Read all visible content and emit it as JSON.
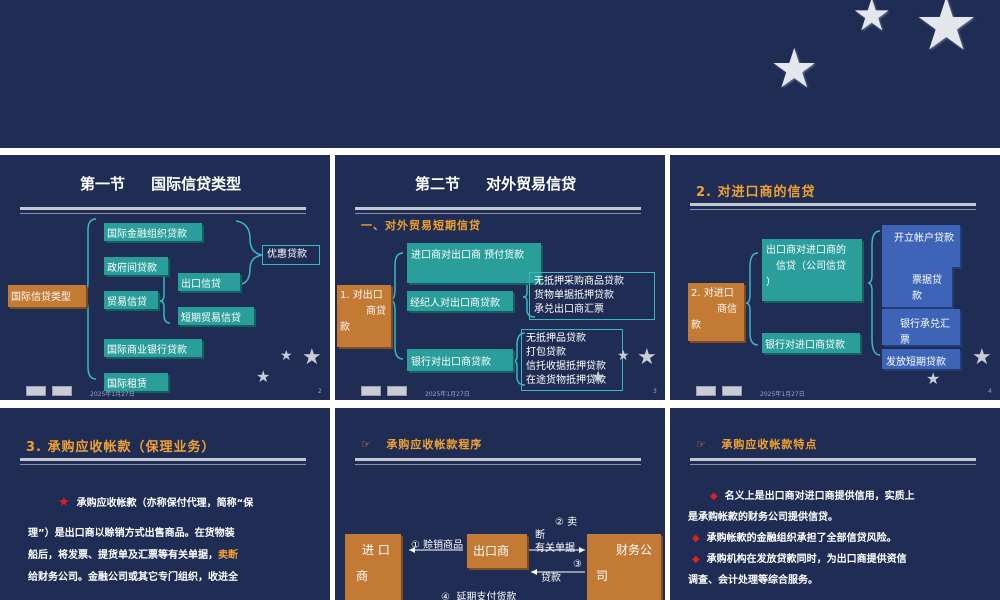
{
  "slides": {
    "s2": {
      "title_section": "第一节",
      "title_text": "国际信贷类型",
      "root": "国际信贷类型",
      "items": [
        "国际金融组织贷款",
        "政府间贷款",
        "贸易信贷",
        "国际商业银行贷款",
        "国际租赁"
      ],
      "trade_sub": [
        "出口信贷",
        "短期贸易信贷"
      ],
      "preferential": "优惠贷款",
      "date": "2025年1月27日",
      "page": "2"
    },
    "s3": {
      "title_section": "第二节",
      "title_text": "对外贸易信贷",
      "subtitle": "一、对外贸易短期信贷",
      "root_lines": [
        "1. 对出口",
        "商贷",
        "款"
      ],
      "box1": "进口商对出口商  预付货款",
      "box2": "经纪人对出口商贷款",
      "box3": "银行对出口商贷款",
      "list1": [
        "无抵押采购商品贷款",
        "货物单据抵押贷款",
        "承兑出口商汇票"
      ],
      "list2": [
        "无抵押品贷款",
        "打包贷款",
        "信托收据抵押贷款",
        "在途货物抵押贷款"
      ],
      "date": "2025年1月27日",
      "page": "3"
    },
    "s4": {
      "title": "2. 对进口商的信贷",
      "root_lines": [
        "2. 对进口",
        "商信",
        "款"
      ],
      "box1_lines": [
        "出口商对进口商的",
        "信贷（公司信贷",
        "）"
      ],
      "box2": "银行对进口商贷款",
      "right": [
        "开立帐户贷款",
        "票据贷款",
        "银行承兑汇票",
        "发放短期贷款"
      ],
      "date": "2025年1月27日",
      "page": "4"
    },
    "s5": {
      "title": "3.  承购应收帐款（保理业务）",
      "para_line1": "承购应收帐款（亦称保付代理，简称“保",
      "para_line2": "理”）是出口商以赊销方式出售商品。在货物装",
      "para_line3a": "船后，将发票、提货单及汇票等有关单据，",
      "para_line3b": "卖断",
      "para_line4": "给财务公司。金融公司或其它专门组织，收进全"
    },
    "s6": {
      "title": "承购应收帐款程序",
      "importer_lines": [
        "进 口",
        "商"
      ],
      "exporter": "出口商",
      "finance_lines": [
        "财务公",
        "司"
      ],
      "flow1": "① 赊销商品",
      "flow2_lines": [
        "② 卖",
        "断",
        "有关单据"
      ],
      "flow3_lines": [
        "③",
        "贷款"
      ],
      "flow4": "④  延期支付货款"
    },
    "s7": {
      "title": "承购应收帐款特点",
      "point1_line1": "名义上是出口商对进口商提供信用，实质上",
      "point1_line2": "是承购帐款的财务公司提供信贷。",
      "point2": "承购帐款的金融组织承担了全部信贷风险。",
      "point3_line1": "承购机构在发放贷款同时，为出口商提供资信",
      "point3_line2": "调查、会计处理等综合服务。"
    }
  },
  "colors": {
    "navy": "#1f2d55",
    "teal": "#2a9e9a",
    "orange_box": "#c27a35",
    "blue_box": "#3e64b8",
    "title_orange": "#f0a030",
    "bullet_red": "#e02020"
  }
}
